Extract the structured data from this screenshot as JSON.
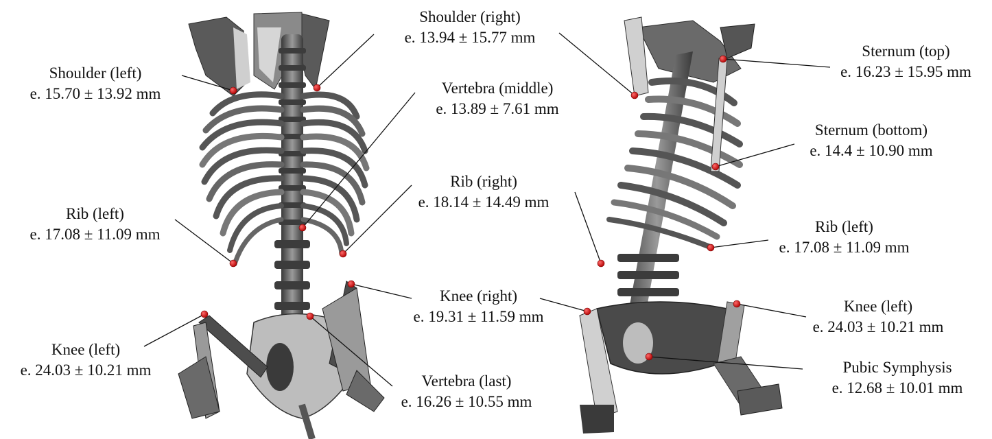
{
  "landmarks_left_view": [
    {
      "name": "Shoulder (left)",
      "error": "e. 15.70 ± 13.92 mm"
    },
    {
      "name": "Shoulder (right)",
      "error": "e. 13.94 ± 15.77 mm"
    },
    {
      "name": "Vertebra (middle)",
      "error": "e. 13.89 ± 7.61 mm"
    },
    {
      "name": "Rib (left)",
      "error": "e. 17.08 ± 11.09 mm"
    },
    {
      "name": "Rib (right)",
      "error": "e. 18.14 ± 14.49 mm"
    },
    {
      "name": "Knee (left)",
      "error": "e. 24.03 ± 10.21 mm"
    },
    {
      "name": "Knee (right)",
      "error": "e. 19.31 ± 11.59 mm"
    },
    {
      "name": "Vertebra (last)",
      "error": "e. 16.26 ± 10.55 mm"
    }
  ],
  "landmarks_right_view": [
    {
      "name": "Sternum (top)",
      "error": "e. 16.23 ± 15.95 mm"
    },
    {
      "name": "Sternum (bottom)",
      "error": "e. 14.4 ± 10.90 mm"
    },
    {
      "name": "Rib (left)",
      "error": "e. 17.08 ± 11.09 mm"
    },
    {
      "name": "Knee (left)",
      "error": "e. 24.03 ± 10.21 mm"
    },
    {
      "name": "Pubic Symphysis",
      "error": "e. 12.68 ± 10.01 mm"
    }
  ],
  "colors": {
    "marker": "#d41414",
    "bone_dark": "#4a4a4a",
    "bone_mid": "#7a7a7a",
    "bone_light": "#c8c8c8",
    "leader_line": "#111111"
  }
}
